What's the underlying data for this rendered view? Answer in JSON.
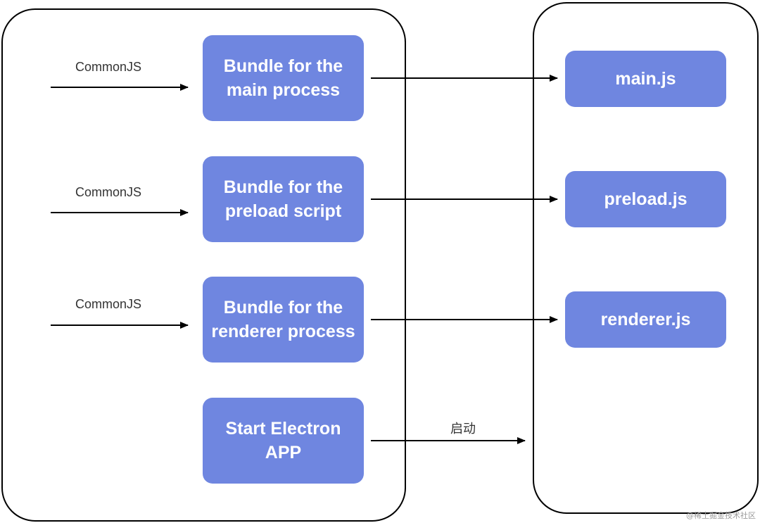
{
  "input_labels": [
    "CommonJS",
    "CommonJS",
    "CommonJS"
  ],
  "source_boxes": [
    "Bundle for the\nmain process",
    "Bundle for the\npreload script",
    "Bundle for the\nrenderer process",
    "Start Electron\nAPP"
  ],
  "output_boxes": [
    "main.js",
    "preload.js",
    "renderer.js"
  ],
  "launch_label": "启动",
  "watermark": "@稀土掘金技术社区",
  "colors": {
    "box_fill": "#6f86e0",
    "box_text": "#ffffff",
    "stroke": "#000000"
  }
}
